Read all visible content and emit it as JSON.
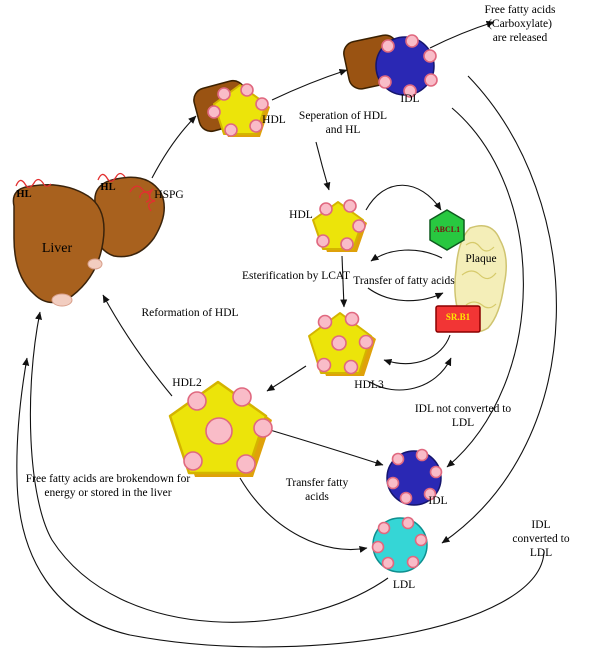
{
  "labels": {
    "free_released": "Free fatty acids (Carboxylate)\nare released",
    "idl_top": "IDL",
    "hdl_top": "HDL",
    "separation": "Seperation of HDL\nand HL",
    "hl_left": "HL",
    "hl_right": "HL",
    "hspg": "HSPG",
    "liver": "Liver",
    "hdl_mid": "HDL",
    "abcl1": "ABCL1",
    "plaque": "Plaque",
    "esterification": "Esterification by LCAT",
    "transfer_of_fatty_acids": "Transfer of fatty acids",
    "srb1": "SR.B1",
    "hdl3": "HDL3",
    "hdl2": "HDL2",
    "reformation": "Reformation of HDL",
    "idl_not_converted": "IDL not converted to\nLDL",
    "idl_bottom": "IDL",
    "transfer_fatty": "Transfer fatty\nacids",
    "ldl": "LDL",
    "idl_converted": "IDL converted to\nLDL",
    "breakdown": "Free fatty acids are brokendown for\nenergy or stored in the liver"
  },
  "colors": {
    "hdl_yellow": "#ece40a",
    "hdl_shadow": "#dfa10a",
    "dot_pink": "#f9bcc8",
    "dot_stroke": "#e0687f",
    "idl_blue": "#2a28b4",
    "ldl_cyan": "#35d6d6",
    "brown": "#9a5312",
    "liver_brown": "#a8611e",
    "abcl1_green": "#28c840",
    "srb1_red": "#f23535",
    "plaque_cream": "#f4eeb8",
    "arrow_black": "#111111"
  }
}
